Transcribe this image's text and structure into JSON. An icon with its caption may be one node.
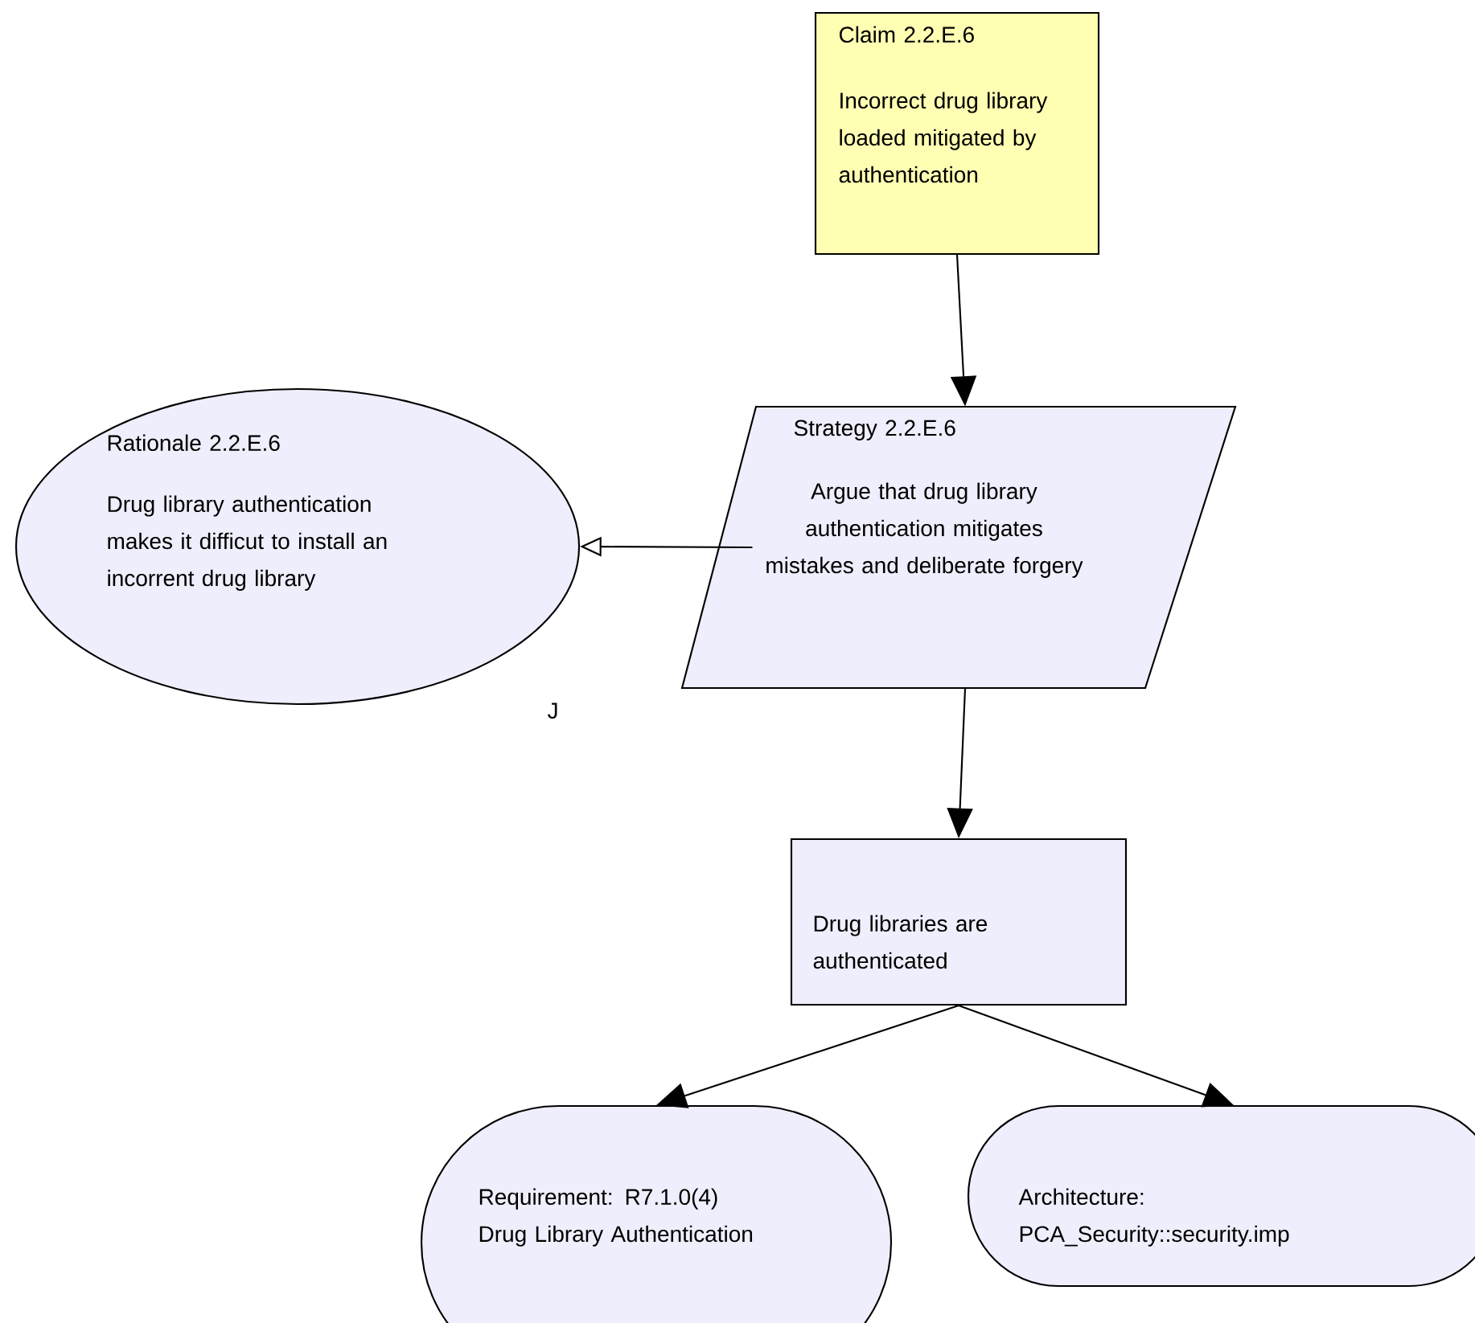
{
  "diagram": {
    "nodes": [
      {
        "text": [
          "Claim 2.2.E.6",
          "Incorrect drug library loaded mitigated by authentication"
        ]
      },
      {
        "text": [
          "Strategy 2.2.E.6",
          "Argue that drug library authentication mitigates mistakes and deliberate forgery"
        ]
      },
      {
        "text": [
          "Rationale 2.2.E.6",
          "Drug library authentication makes it difficut to install an incorrent drug library"
        ],
        "beside": [
          "J"
        ]
      },
      {
        "text": [
          "Drug libraries are authenticated"
        ]
      },
      {
        "text": [
          "Requirement: R7.1.0(4) Drug Library Authentication"
        ]
      },
      {
        "text": [
          "Architecture: PCA_Security::security.imp"
        ]
      }
    ],
    "edges": [
      {
        "from": 0,
        "to": 1,
        "arrow": "to"
      },
      {
        "from": 1,
        "to": 2,
        "arrow": "to"
      },
      {
        "from": 1,
        "to": 3,
        "arrow": "to"
      },
      {
        "from": 3,
        "to": 4,
        "arrow": "to"
      },
      {
        "from": 3,
        "to": 5,
        "arrow": "to"
      }
    ]
  }
}
